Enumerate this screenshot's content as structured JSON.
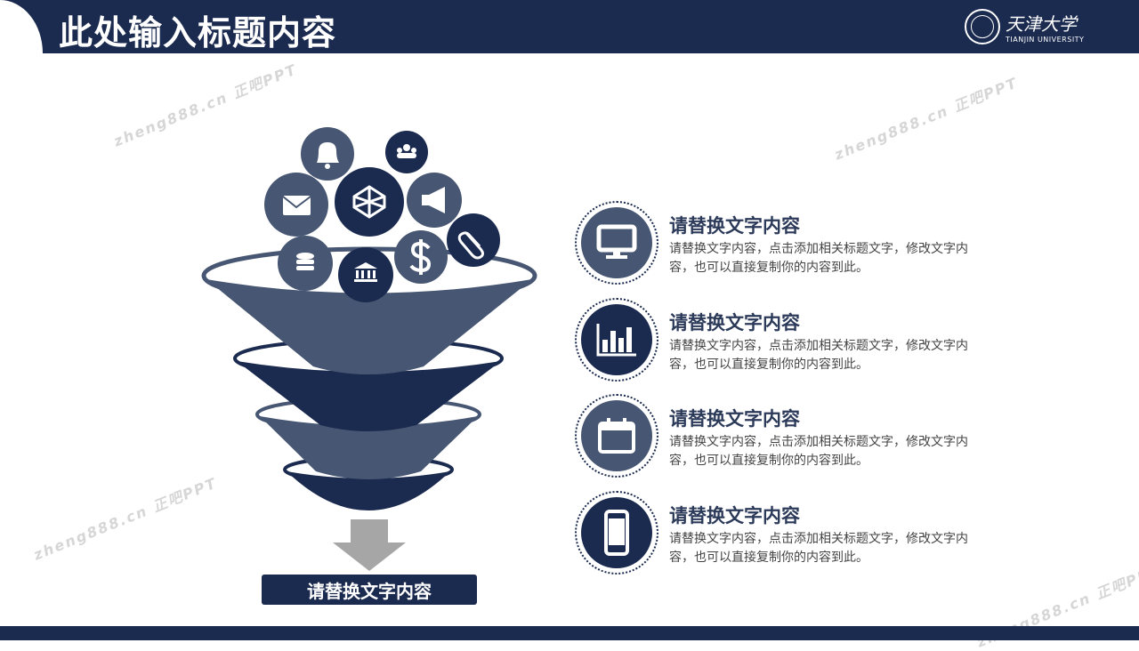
{
  "header": {
    "title": "此处输入标题内容",
    "logo_cn": "天津大学",
    "logo_en": "TIANJIN UNIVERSITY"
  },
  "colors": {
    "navy": "#1b2a4f",
    "slate": "#475672",
    "arrow": "#a6a6a6"
  },
  "funnel": {
    "icons": [
      "bell-icon",
      "users-icon",
      "envelope-icon",
      "codepen-icon",
      "megaphone-icon",
      "paperclip-icon",
      "database-icon",
      "bank-icon",
      "dollar-icon"
    ],
    "caption": "请替换文字内容"
  },
  "items": [
    {
      "icon": "monitor-icon",
      "title": "请替换文字内容",
      "desc": "请替换文字内容，点击添加相关标题文字，修改文字内容，也可以直接复制你的内容到此。"
    },
    {
      "icon": "bar-chart-icon",
      "title": "请替换文字内容",
      "desc": "请替换文字内容，点击添加相关标题文字，修改文字内容，也可以直接复制你的内容到此。"
    },
    {
      "icon": "calendar-icon",
      "title": "请替换文字内容",
      "desc": "请替换文字内容，点击添加相关标题文字，修改文字内容，也可以直接复制你的内容到此。"
    },
    {
      "icon": "phone-icon",
      "title": "请替换文字内容",
      "desc": "请替换文字内容，点击添加相关标题文字，修改文字内容，也可以直接复制你的内容到此。"
    }
  ],
  "watermark": "zheng888.cn 正吧PPT"
}
